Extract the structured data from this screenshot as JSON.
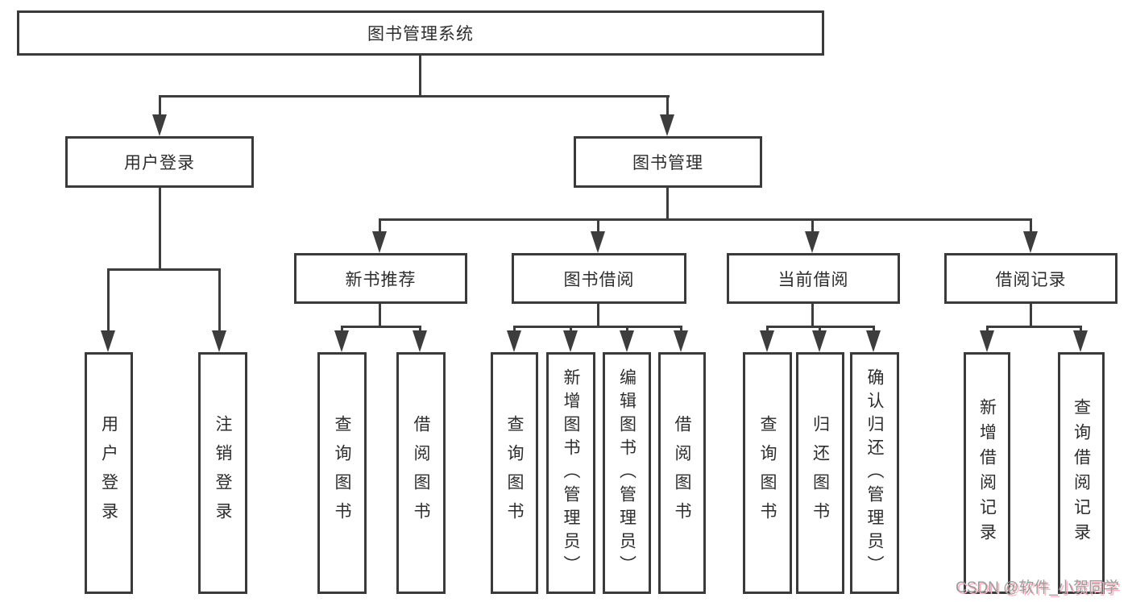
{
  "tree": {
    "root": {
      "label": "图书管理系统"
    },
    "branches": [
      {
        "label": "用户登录",
        "children": [
          "用户登录",
          "注销登录"
        ]
      },
      {
        "label": "图书管理",
        "groups": [
          {
            "label": "新书推荐",
            "children": [
              "查询图书",
              "借阅图书"
            ]
          },
          {
            "label": "图书借阅",
            "children": [
              "查询图书",
              "新增图书（管理员）",
              "编辑图书（管理员）",
              "借阅图书"
            ]
          },
          {
            "label": "当前借阅",
            "children": [
              "查询图书",
              "归还图书",
              "确认归还（管理员）"
            ]
          },
          {
            "label": "借阅记录",
            "children": [
              "新增借阅记录",
              "查询借阅记录"
            ]
          }
        ]
      }
    ]
  },
  "watermark": {
    "text": "CSDN @软件_小贺同学"
  },
  "colors": {
    "line": "#3d3d3d",
    "box_border": "#3a3a3a",
    "box_background": "#ffffff",
    "text": "#2d2d2d",
    "watermark_text": "#9c9c9c",
    "watermark_shadow": "#ffb3c1"
  }
}
